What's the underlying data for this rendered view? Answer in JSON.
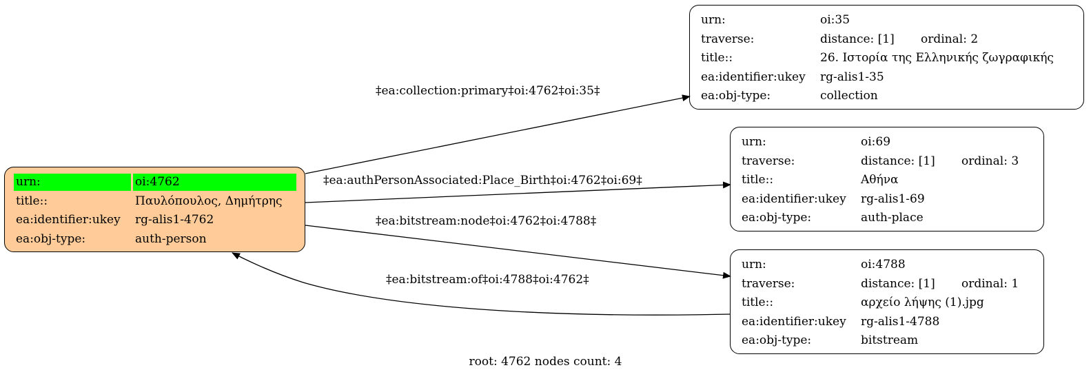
{
  "root_node": {
    "rows": [
      {
        "key": "urn:",
        "value": "oi:4762"
      },
      {
        "key": "title::",
        "value": "Παυλόπουλος, Δημήτρης"
      },
      {
        "key": "ea:identifier:ukey",
        "value": "rg-alis1-4762"
      },
      {
        "key": "ea:obj-type:",
        "value": "auth-person"
      }
    ]
  },
  "nodes": [
    {
      "urn": {
        "key": "urn:",
        "value": "oi:35"
      },
      "traverse": {
        "key": "traverse:",
        "distance": "distance: [1]",
        "ordinal": "ordinal: 2"
      },
      "title": {
        "key": "title::",
        "value": "26. Ιστορία της Ελληνικής ζωγραφικής"
      },
      "ukey": {
        "key": "ea:identifier:ukey",
        "value": "rg-alis1-35"
      },
      "objtype": {
        "key": "ea:obj-type:",
        "value": "collection"
      }
    },
    {
      "urn": {
        "key": "urn:",
        "value": "oi:69"
      },
      "traverse": {
        "key": "traverse:",
        "distance": "distance: [1]",
        "ordinal": "ordinal: 3"
      },
      "title": {
        "key": "title::",
        "value": "Αθήνα"
      },
      "ukey": {
        "key": "ea:identifier:ukey",
        "value": "rg-alis1-69"
      },
      "objtype": {
        "key": "ea:obj-type:",
        "value": "auth-place"
      }
    },
    {
      "urn": {
        "key": "urn:",
        "value": "oi:4788"
      },
      "traverse": {
        "key": "traverse:",
        "distance": "distance: [1]",
        "ordinal": "ordinal: 1"
      },
      "title": {
        "key": "title::",
        "value": "αρχείο λήψης (1).jpg"
      },
      "ukey": {
        "key": "ea:identifier:ukey",
        "value": "rg-alis1-4788"
      },
      "objtype": {
        "key": "ea:obj-type:",
        "value": "bitstream"
      }
    }
  ],
  "edges": [
    {
      "label": "‡ea:collection:primary‡oi:4762‡oi:35‡"
    },
    {
      "label": "‡ea:authPersonAssociated:Place_Birth‡oi:4762‡oi:69‡"
    },
    {
      "label": "‡ea:bitstream:node‡oi:4762‡oi:4788‡"
    },
    {
      "label": "‡ea:bitstream:of‡oi:4788‡oi:4762‡"
    }
  ],
  "footer": "root: 4762 nodes count: 4",
  "colors": {
    "root_fill": "#ffcc99",
    "highlight": "#00ff00"
  }
}
